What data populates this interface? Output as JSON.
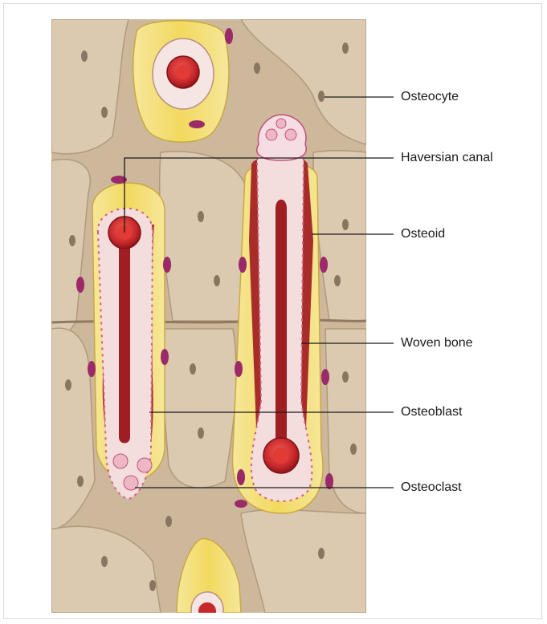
{
  "colors": {
    "bone_base": "#d9c6ab",
    "bone_dark": "#b39c7f",
    "osteocyte": "#8a7561",
    "osteoid_yellow": "#f2df7a",
    "woven_bone": "#f3e3e0",
    "vessel_red": "#c8282c",
    "osteoblast_magenta": "#9b2a68",
    "label_line": "#1a1a1a"
  },
  "labels": {
    "osteocyte": "Osteocyte",
    "haversian_canal": "Haversian canal",
    "osteoid": "Osteoid",
    "woven_bone": "Woven bone",
    "osteoblast": "Osteoblast",
    "osteoclast": "Osteoclast"
  }
}
